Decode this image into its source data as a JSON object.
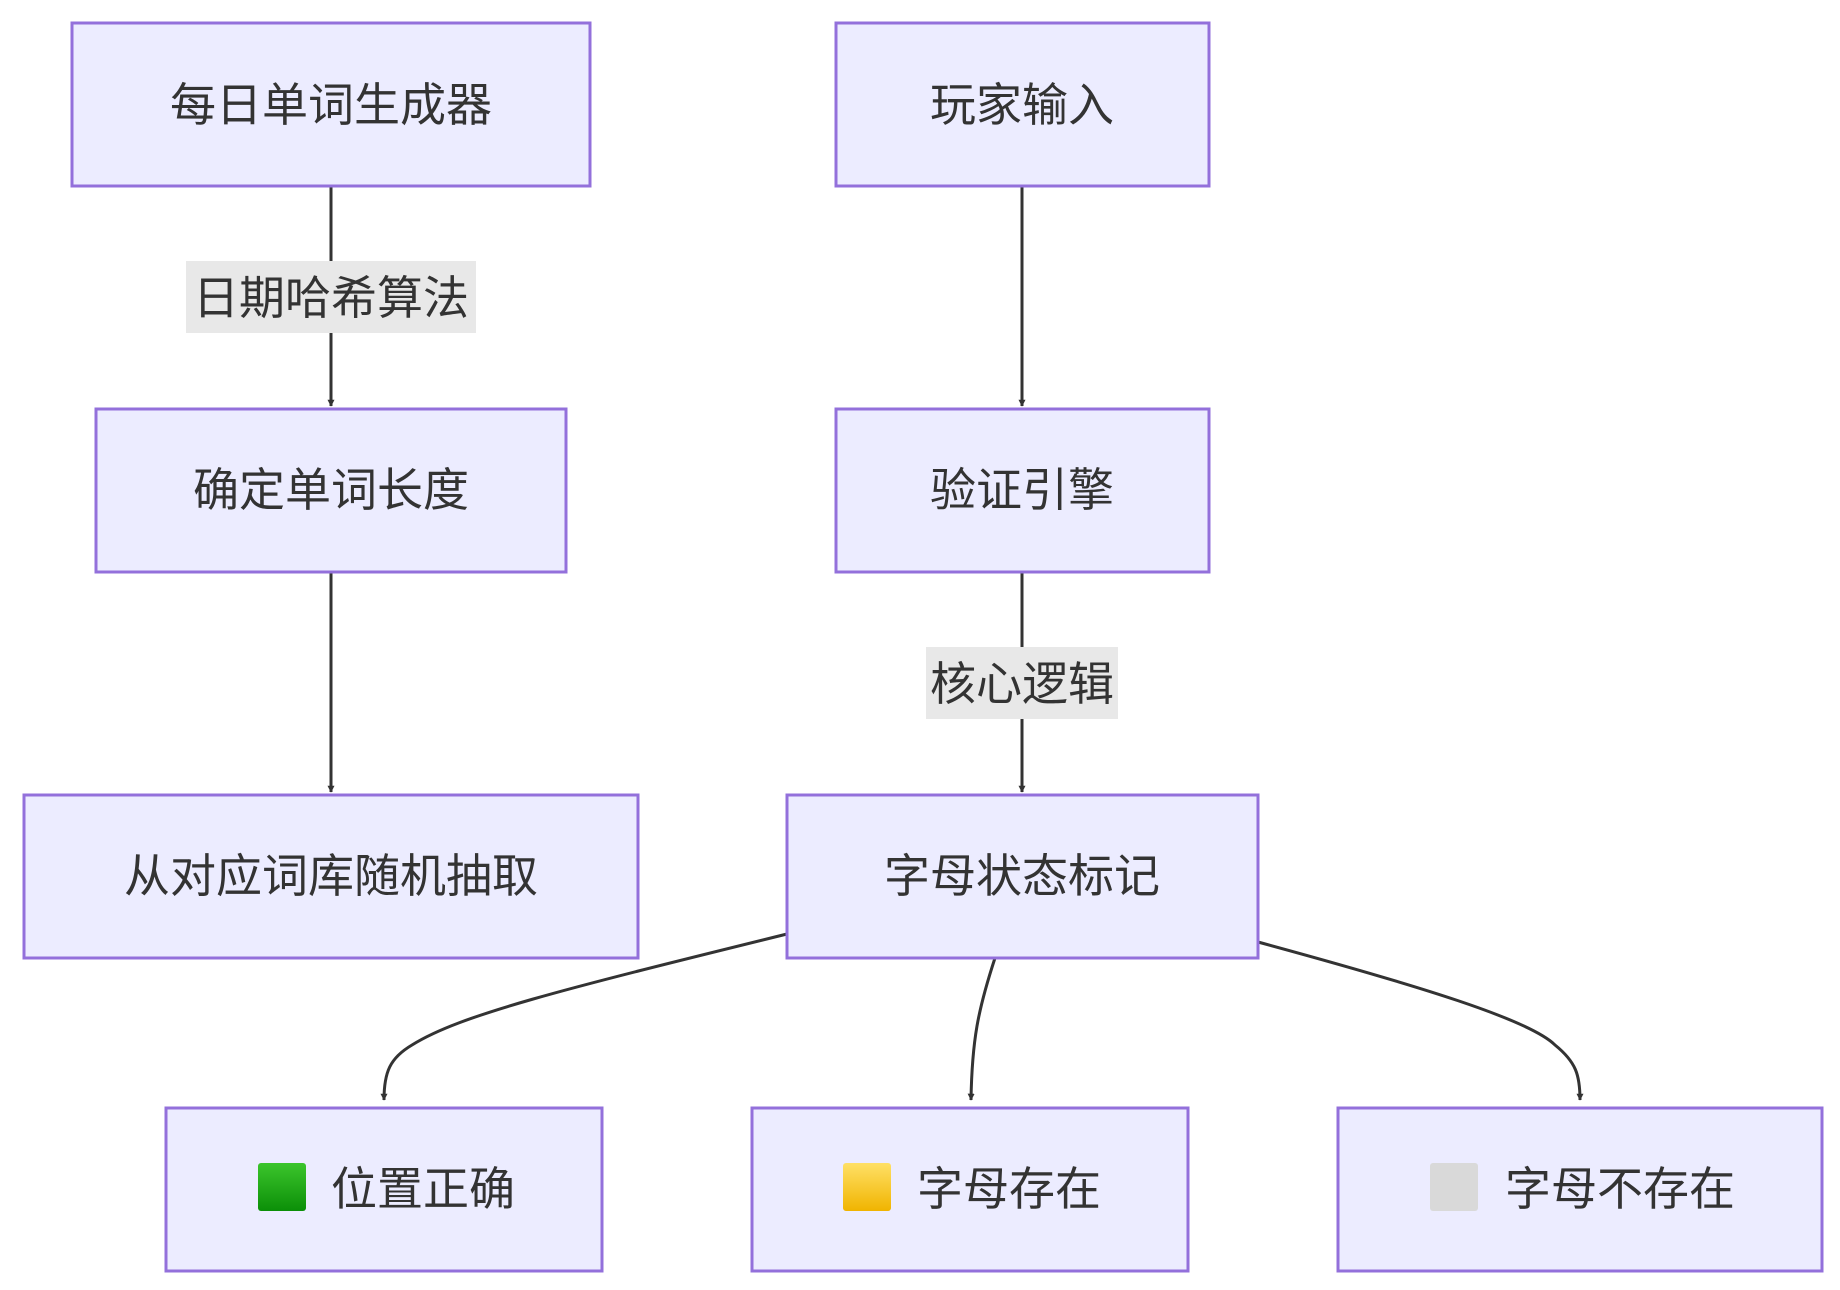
{
  "nodes": {
    "daily_word_generator": {
      "label": "每日单词生成器"
    },
    "determine_word_length": {
      "label": "确定单词长度"
    },
    "random_draw": {
      "label": "从对应词库随机抽取"
    },
    "player_input": {
      "label": "玩家输入"
    },
    "validation_engine": {
      "label": "验证引擎"
    },
    "letter_status_marking": {
      "label": "字母状态标记"
    },
    "correct_position": {
      "label": "位置正确",
      "icon": "green-square-icon"
    },
    "letter_exists": {
      "label": "字母存在",
      "icon": "yellow-square-icon"
    },
    "letter_absent": {
      "label": "字母不存在",
      "icon": "white-square-icon"
    }
  },
  "edges": {
    "date_hash": {
      "label": "日期哈希算法"
    },
    "core_logic": {
      "label": "核心逻辑"
    }
  },
  "colors": {
    "node_fill": "#ececff",
    "node_stroke": "#9370db",
    "edge": "#333333",
    "edge_label_bg": "#e8e8e8",
    "green": "#16a60e",
    "yellow": "#f5c518",
    "absent": "#d9d9d9"
  }
}
